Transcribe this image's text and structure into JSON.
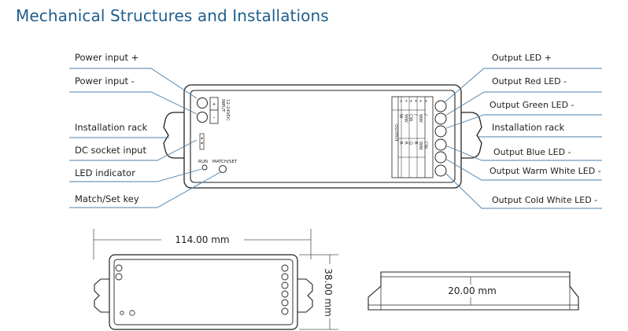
{
  "title": "Mechanical Structures and Installations",
  "left_labels": [
    "Power input +",
    "Power input -",
    "Installation rack",
    "DC socket input",
    "LED indicator",
    "Match/Set key"
  ],
  "right_labels": [
    "Output LED +",
    "Output Red LED -",
    "Output Green LED -",
    "Installation rack",
    "Output Blue LED -",
    "Output Warm White LED -",
    "Output Cold White LED -"
  ],
  "device": {
    "input_marks": [
      "+",
      "-"
    ],
    "input_text": "INPUT",
    "input_voltage": "12-24VDC",
    "run_label": "RUN",
    "match_label": "MATCH/SET",
    "output_text": "OUTPUT",
    "terminal_rows": [
      [
        "+",
        "W",
        "R"
      ],
      [
        "+",
        "WW",
        "R"
      ],
      [
        "+",
        "CW",
        "G"
      ],
      [
        "+",
        "/",
        "B"
      ],
      [
        "+",
        "WW",
        "WW"
      ],
      [
        "+",
        "/",
        "CW"
      ]
    ]
  },
  "dimensions": {
    "length": "114.00 mm",
    "width": "38.00 mm",
    "height": "20.00 mm"
  }
}
